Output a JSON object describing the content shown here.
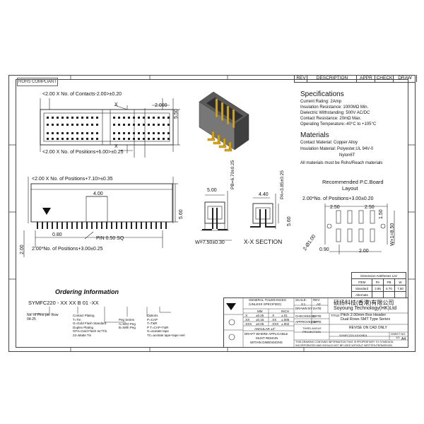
{
  "header": {
    "rev": "REV",
    "description": "DESCRIPTION",
    "appr": "APPR",
    "check": "CHECK",
    "draw": "DRAW"
  },
  "rohs": "ROHS COMPLIANT",
  "top_view": {
    "dim_contacts": "<2.00 X No. of Contacts-2.00>±0.20",
    "dim_2_000": "2.000",
    "dim_5_50": "5.50",
    "dim_positions": "<2.00 X No. of Positions+6.00>±0.25",
    "x_upper": "X",
    "x_lower": "X"
  },
  "side_view": {
    "dim_top": "<2.00 X No. of Positions+7.10>±0.35",
    "dim_4_00": "4.00",
    "dim_5_60": "5.60",
    "dim_0_80": "0.80",
    "pin_label": "PIN 0.50 SQ",
    "dim_2_00": "2.00",
    "dim_bottom": "2.00*No. of Positions+3.00±0.25"
  },
  "section_view": {
    "dim_5_00": "5.00",
    "dim_pb": "PB=6.70±0.25",
    "dim_w": "W=7.50±0.30",
    "dim_4_40": "4.40",
    "dim_pa": "PA=3.85±0.25",
    "dim_5_60": "5.60",
    "label": "X-X SECTION"
  },
  "specifications": {
    "title": "Specifications",
    "lines": [
      "Current Rating:  2Amp",
      "Insulation Resistance:  1000MΩ Min.",
      "Dielectric Withstanding:  500V AC/DC",
      "Contact Resistance:  20mΩ Max.",
      "Operating Temperature:-40°C to +105°C"
    ]
  },
  "materials": {
    "title": "Materials",
    "lines": [
      "Contact Material: Copper Alloy",
      "Insulation Material: Polyester,UL 94V-0",
      "                          Nylon6T",
      "All materials must be Rohs/Reach materials"
    ]
  },
  "pcb": {
    "title_1": "Recommended  P.C.Board",
    "title_2": "Layout",
    "dim_top": "2.00*No. of  Positions+3.00±0.20",
    "dim_2_50a": "2.50",
    "dim_2_50b": "2.50",
    "dim_1_50": "1.50",
    "dim_hole": "2-Ø1.00",
    "dim_w": "W+1=8.50",
    "dim_0_90": "0.90",
    "dim_2_00": "2.00"
  },
  "dim_table": {
    "title": "Dimension Antitheses List",
    "headers": [
      "ITEM",
      "PA",
      "PB",
      "W"
    ],
    "rows": [
      [
        "Standard",
        "3.85",
        "6.70",
        "7.50"
      ],
      [
        "Alternate",
        "",
        "",
        ""
      ]
    ]
  },
  "ordering": {
    "title": "Ordering Information",
    "code": "SYMFC220  -  XX         XX       B       01  -XX",
    "pins_label_1": "No. of Pins per Row",
    "pins_label_2": "04-25",
    "plating_title": "Contact Plating",
    "plating_lines": [
      "T=Tin",
      "G=Gold Flash Standard",
      "Duplex Plating",
      "GF3=Gold Flash 3u\"/Tin",
      "22=Matte Tin"
    ],
    "peg_title": "Peg Series",
    "peg_lines": [
      "A=W/O Peg",
      "B=With Peg"
    ],
    "options_title": "Options",
    "options_lines": [
      "P=CAP",
      "T=T&R",
      "P T=CAP+T&R",
      "G=acetate tape",
      "TC=acetate tape+tape reel"
    ]
  },
  "title_block": {
    "general_tol_1": "GENERAL TOLERANCES",
    "general_tol_2": "(UNLESS SPECIFIED)",
    "mm": "MM",
    "inch": "INCH",
    "tol_rows": [
      [
        ".X",
        "±0.25",
        ".X",
        "±.01"
      ],
      [
        ".XX",
        "±0.15",
        ".XX",
        "±.005"
      ],
      [
        ".XXX",
        "±0.05",
        ".XXX",
        "±.002"
      ]
    ],
    "angular": "ANGULAR ±3°",
    "draft_1": "DRAFT WHERE APPLICABLE",
    "draft_2": "MUST REMAIN",
    "draft_3": "WITHIN DIMENSIONS",
    "scale_label": "SCALE:",
    "scale_value": "3:1",
    "rev_label": "REV:",
    "rev_value": "A0",
    "drawn_by": "DRAWN BY",
    "checked_by": "CHECKED BY",
    "approved_by": "APPROVED BY",
    "date": "DATE",
    "company_cn": "硕扬科技(香港)有限公司",
    "company_en": "Soyoung Technology(HK)Ltd",
    "title_label": "TITLE:",
    "title_line_1": "Pitch 2.00mm Box Header",
    "title_line_2": "Dual Rows SMT Type Series",
    "third_angle": "THIRD ANGLE PROJECTION",
    "revise_note": "REVISE ON CAD ONLY",
    "part_no": "SYMFC220-XXXXB01",
    "sheet_label": "SHEET NO.",
    "sheet_value": "1/1",
    "size": "A4",
    "footer_1": "THIS DRAWING CONTAINS INFORMATION THAT IS PROPRIETARY TO SYMEDATA",
    "footer_2": "INCORPORATED AND SHOULD NOT BE USED WITHOUT WRITTEN PERMISSION"
  }
}
